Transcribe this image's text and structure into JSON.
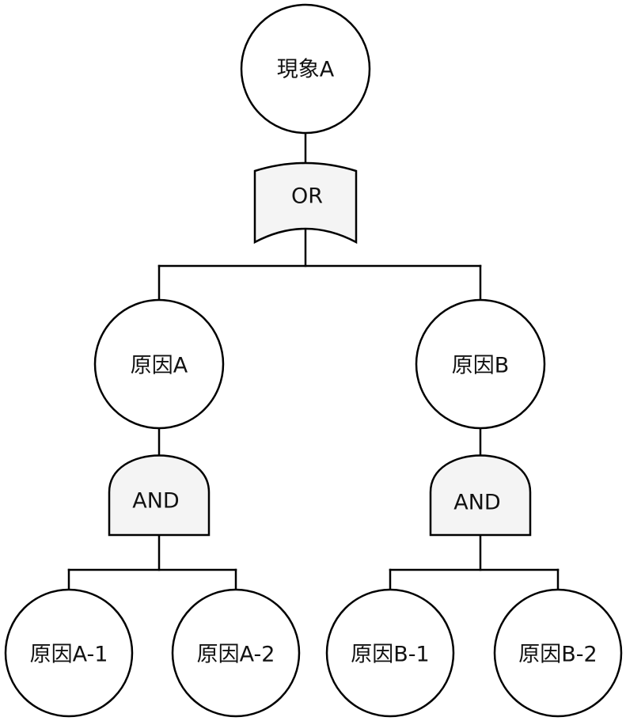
{
  "diagram": {
    "type": "fault-tree",
    "top_event": {
      "label": "現象A"
    },
    "gates": {
      "or_gate": {
        "label": "OR",
        "type": "OR"
      },
      "and_gate_a": {
        "label": "AND",
        "type": "AND"
      },
      "and_gate_b": {
        "label": "AND",
        "type": "AND"
      }
    },
    "causes": {
      "cause_a": {
        "label": "原因A"
      },
      "cause_b": {
        "label": "原因B"
      },
      "cause_a1": {
        "label": "原因A-1"
      },
      "cause_a2": {
        "label": "原因A-2"
      },
      "cause_b1": {
        "label": "原因B-1"
      },
      "cause_b2": {
        "label": "原因B-2"
      }
    },
    "colors": {
      "stroke": "#000000",
      "gate_fill": "#f4f4f4",
      "node_fill": "#ffffff"
    }
  }
}
